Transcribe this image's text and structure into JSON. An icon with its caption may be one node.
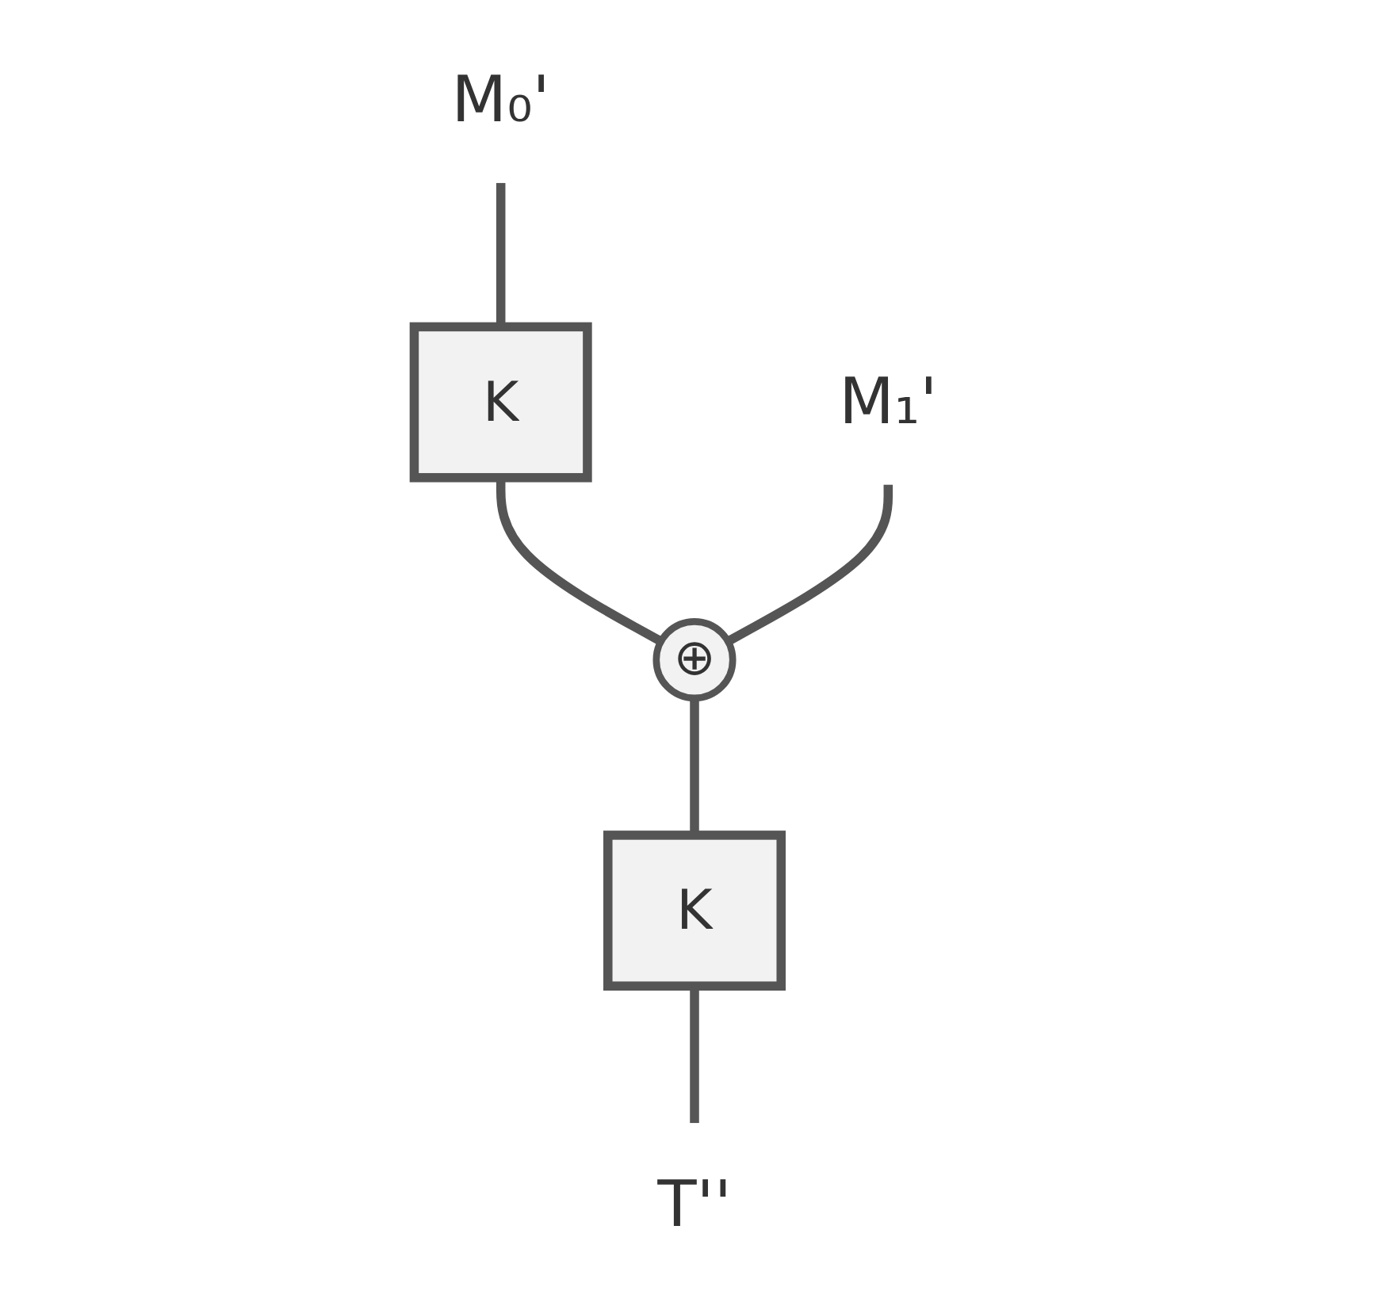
{
  "diagram": {
    "nodes": [
      {
        "text": [
          "M₀'"
        ]
      },
      {
        "text": [
          "K"
        ]
      },
      {
        "text": [
          "M₁'"
        ]
      },
      {
        "text": [
          "⊕"
        ]
      },
      {
        "text": [
          "K"
        ]
      },
      {
        "text": [
          "T''"
        ]
      }
    ],
    "edges": [
      {
        "from": 0,
        "to": 1,
        "arrow": "none"
      },
      {
        "from": 1,
        "to": 3,
        "arrow": "none"
      },
      {
        "from": 2,
        "to": 3,
        "arrow": "none"
      },
      {
        "from": 3,
        "to": 4,
        "arrow": "none"
      },
      {
        "from": 4,
        "to": 5,
        "arrow": "none"
      }
    ]
  }
}
